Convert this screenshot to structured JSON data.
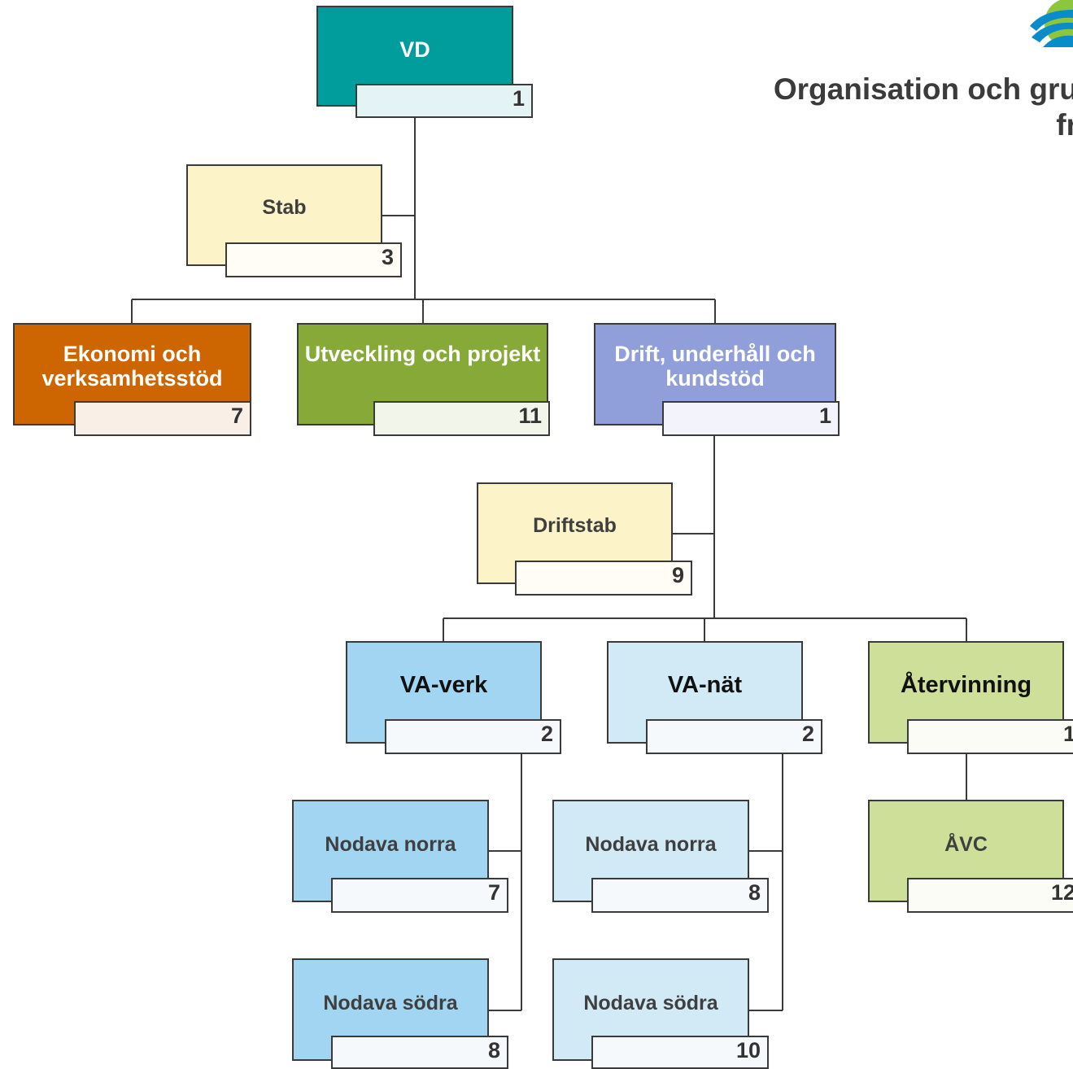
{
  "header": {
    "title_line1": "Organisation och gru",
    "title_line2": "fr"
  },
  "colors": {
    "teal": "#019c9c",
    "stab_yellow": "#fdf3c8",
    "orange": "#cd6601",
    "green": "#87a937",
    "periwinkle": "#909fd9",
    "blue": "#a2d5f1",
    "light_blue": "#d2e9f6",
    "light_green": "#cedf99",
    "line": "#3a3a3a"
  },
  "nodes": {
    "vd": {
      "label": "VD",
      "count": "1"
    },
    "stab": {
      "label": "Stab",
      "count": "3"
    },
    "ekonomi": {
      "label": "Ekonomi och verksamhetsstöd",
      "count": "7"
    },
    "utveckling": {
      "label": "Utveckling och projekt",
      "count": "11"
    },
    "drift": {
      "label": "Drift, underhåll och kundstöd",
      "count": "1"
    },
    "driftstab": {
      "label": "Driftstab",
      "count": "9"
    },
    "vaverk": {
      "label": "VA-verk",
      "count": "2"
    },
    "vanat": {
      "label": "VA-nät",
      "count": "2"
    },
    "atervinning": {
      "label": "Återvinning",
      "count": "1"
    },
    "verk_norra": {
      "label": "Nodava norra",
      "count": "7"
    },
    "verk_sodra": {
      "label": "Nodava södra",
      "count": "8"
    },
    "nat_norra": {
      "label": "Nodava norra",
      "count": "8"
    },
    "nat_sodra": {
      "label": "Nodava södra",
      "count": "10"
    },
    "avc": {
      "label": "ÅVC",
      "count": "12"
    }
  },
  "logo": {
    "icon": "water-wave-logo-icon"
  }
}
